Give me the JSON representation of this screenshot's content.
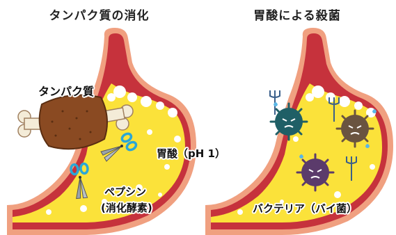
{
  "left_panel": {
    "title": "タンパク質の消化",
    "labels": {
      "protein": "タンパク質",
      "stomach_acid": "胃酸（pH 1）",
      "pepsin": "ペプシン",
      "pepsin_note": "(消化酵素)"
    }
  },
  "right_panel": {
    "title": "胃酸による殺菌",
    "labels": {
      "bacteria": "バクテリア（バイ菌）"
    }
  },
  "colors": {
    "stomach_outer": "#f0a080",
    "stomach_wall": "#c6323c",
    "stomach_fluid": "#fbe23a",
    "meat": "#8a4a22",
    "bone": "#f4ecd8",
    "pepsin_handle": "#2aa7d6",
    "bacteria_teal": "#1f5f66",
    "bacteria_brown": "#6a5440",
    "bacteria_purple": "#5b3b6b"
  },
  "icons": [
    "meat-on-bone-icon",
    "scissors-icon",
    "bacteria-icon",
    "trident-icon"
  ]
}
